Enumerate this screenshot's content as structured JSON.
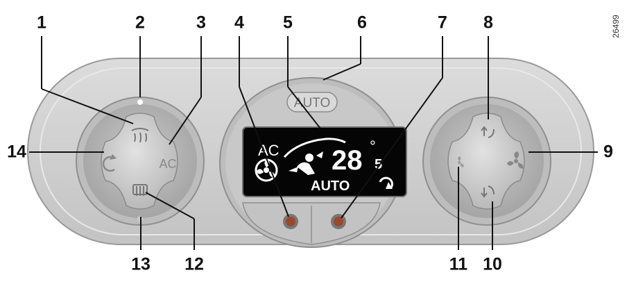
{
  "figure_ref": "26499",
  "callouts": [
    "1",
    "2",
    "3",
    "4",
    "5",
    "6",
    "7",
    "8",
    "9",
    "10",
    "11",
    "12",
    "13",
    "14"
  ],
  "panel": {
    "auto_button_label": "AUTO",
    "left_dial": {
      "ac_label": "AC"
    },
    "display": {
      "ac_indicator": "AC",
      "temperature_main": "28",
      "temperature_decimal": "5",
      "degree_symbol": "°",
      "mode": "AUTO"
    }
  },
  "icons": {
    "top_left_button": "windshield-defrost-icon",
    "bottom_left_button": "rear-window-defrost-icon",
    "left_side": "recirculation-icon",
    "right_top": "airflow-up-icon",
    "right_bottom": "airflow-down-icon",
    "right_right": "fan-high-icon",
    "right_left": "fan-low-icon",
    "display_fan": "fan-icon",
    "display_airflow": "airflow-person-icon",
    "display_recirc": "recirculation-icon"
  },
  "colors": {
    "panel_gray": "#cfcfcf",
    "dial_gray": "#b4b4b4",
    "display_black": "#050505",
    "display_text": "#ffffff",
    "callout_text": "#111111"
  }
}
